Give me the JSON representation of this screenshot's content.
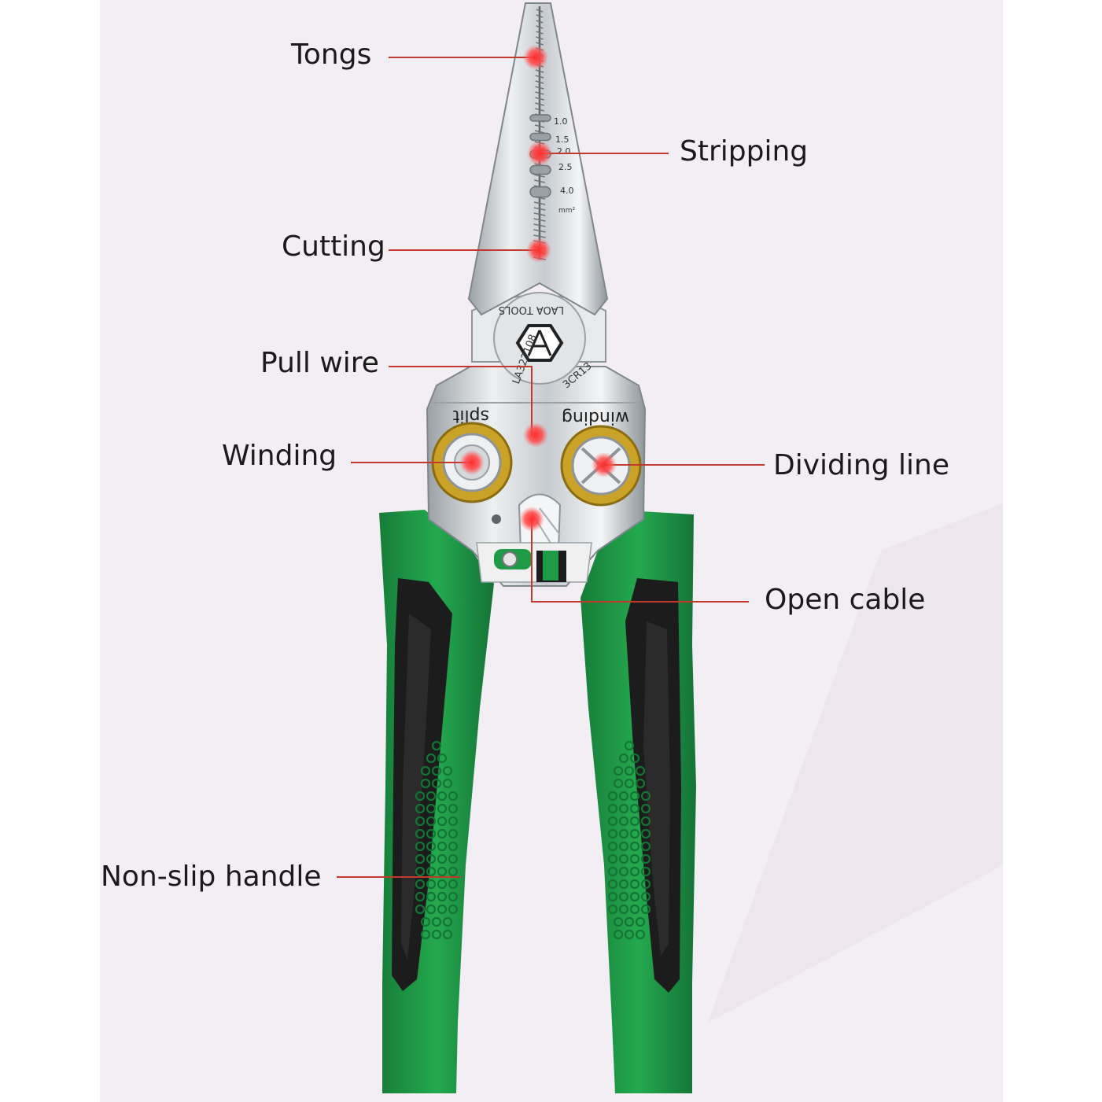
{
  "colors": {
    "backdrop": "#f3eef3",
    "handle_green": "#1f9a47",
    "handle_green_dark": "#157a36",
    "handle_black": "#1c1c1c",
    "steel": "#d9dde0",
    "steel_dark": "#8d959a",
    "ring_yellow": "#c9a227",
    "callout_line": "#c0392b",
    "callout_dot": "#ff3b3b"
  },
  "callouts": {
    "tongs": "Tongs",
    "stripping": "Stripping",
    "cutting": "Cutting",
    "pull_wire": "Pull wire",
    "winding": "Winding",
    "dividing_line": "Dividing line",
    "open_cable": "Open cable",
    "non_slip_handle": "Non-slip handle"
  },
  "tool_markings": {
    "brand": "LAOA TOOLS",
    "model_code": "LA322108",
    "steel_grade": "3CR13",
    "left_hole": "split",
    "right_hole": "winding",
    "gauge_sizes": [
      "1.0",
      "1.5",
      "2.0",
      "2.5",
      "4.0"
    ],
    "gauge_unit": "mm²"
  }
}
